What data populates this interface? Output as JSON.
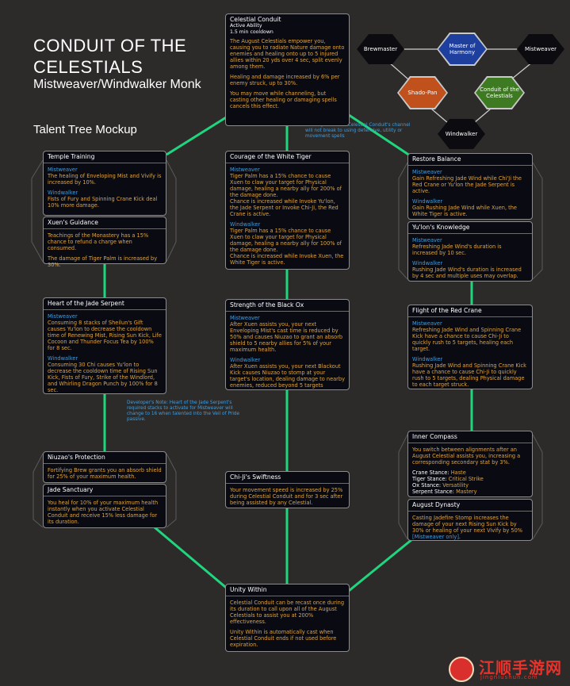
{
  "header": {
    "title": "CONDUIT OF THE CELESTIALS",
    "subtitle": "Mistweaver/Windwalker Monk",
    "mockup": "Talent Tree Mockup"
  },
  "graph": {
    "brewmaster": "Brewmaster",
    "harmony": "Master of Harmony",
    "mistweaver": "Mistweaver",
    "shadopan": "Shado-Pan",
    "conduit": "Conduit of the Celestials",
    "windwalker": "Windwalker"
  },
  "colors": {
    "line": "#1fd67e",
    "harmony": "#1e3f9e",
    "shadopan": "#c0501c",
    "conduit": "#3e7a22",
    "spec": "#3d9de0",
    "text": "#e0a43c"
  },
  "notes": {
    "channel": "Developer's Note: Celestial Conduit's channel will not break to using defensive, utility or movement spells",
    "jade": "Developer's Note: Heart of the Jade Serpent's required stacks to activate for Mistweaver will change to 16 when talented into the Veil of Pride passive."
  },
  "cards": {
    "conduit": {
      "title": "Celestial Conduit",
      "meta1": "Active Ability",
      "meta2": "1.5 min cooldown",
      "p1": "The August Celestials empower you, causing you to radiate Nature damage onto enemies and healing onto up to 5 injured allies within 20 yds over 4 sec, split evenly among them.",
      "p2": "Healing and damage increased by 6% per enemy struck, up to 30%.",
      "p3": "You may move while channeling, but casting other healing or damaging spells cancels this effect."
    },
    "temple": {
      "title": "Temple Training",
      "mw_label": "Mistweaver",
      "mw": "The healing of Enveloping Mist and Vivify is increased by 10%.",
      "ww_label": "Windwalker",
      "ww": "Fists of Fury and Spinning Crane Kick deal 10% more damage."
    },
    "xuen": {
      "title": "Xuen's Guidance",
      "p1": "Teachings of the Monastery has a 15% chance to refund a charge when consumed.",
      "p2": "The damage of Tiger Palm is increased by 30%."
    },
    "courage": {
      "title": "Courage of the White Tiger",
      "mw_label": "Mistweaver",
      "mw": "Tiger Palm has a 15% chance to cause Xuen to claw your target for Physical damage, healing a nearby ally for 200% of the damage done.",
      "mw2": "Chance is increased while Invoke Yu'lon, the Jade Serpent or Invoke Chi-Ji, the Red Crane is active.",
      "ww_label": "Windwalker",
      "ww": "Tiger Palm has a 15% chance to cause Xuen to claw your target for Physical damage, healing a nearby ally for 100% of the damage done.",
      "ww2": "Chance is increased while Invoke Xuen, the White Tiger is active."
    },
    "restore": {
      "title": "Restore Balance",
      "mw_label": "Mistweaver",
      "mw": "Gain Refreshing Jade Wind while Chi'Ji the Red Crane or Yu'lon the Jade Serpent is active.",
      "ww_label": "Windwalker",
      "ww": "Gain Rushing Jade Wind while Xuen, the White Tiger is active."
    },
    "yulon": {
      "title": "Yu'lon's Knowledge",
      "mw_label": "Mistweaver",
      "mw": "Refreshing Jade Wind's duration is increased by 10 sec.",
      "ww_label": "Windwalker",
      "ww": "Rushing Jade Wind's duration is increased by 4 sec and multiple uses may overlap."
    },
    "heart": {
      "title": "Heart of the Jade Serpent",
      "mw_label": "Mistweaver",
      "mw": "Consuming 8 stacks of Sheilun's Gift causes Yu'lon to decrease the cooldown time of Renewing Mist, Rising Sun Kick, Life Cocoon and Thunder Focus Tea by 100% for 8 sec.",
      "ww_label": "Windwalker",
      "ww": "Consuming 30 Chi causes Yu'lon to decrease the cooldown time of Rising Sun Kick, Fists of Fury, Strike of the Windlord, and Whirling Dragon Punch by 100% for 8 sec."
    },
    "strength": {
      "title": "Strength of the Black Ox",
      "mw_label": "Mistweaver",
      "mw": "After Xuen assists you, your next Enveloping Mist's cast time is reduced by 50% and causes Niuzao to grant an absorb shield to 5 nearby allies for 5% of your maximum health.",
      "ww_label": "Windwalker",
      "ww": "After Xuen assists you, your next Blackout Kick causes Niuzao to stomp at your target's location, dealing damage to nearby enemies, reduced beyond 5 targets"
    },
    "flight": {
      "title": "Flight of the Red Crane",
      "mw_label": "Mistweaver",
      "mw": "Refreshing Jade Wind and Spinning Crane Kick have a chance to cause Chi-Ji to quickly rush to 5 targets, healing each target.",
      "ww_label": "Windwalker",
      "ww": "Rushing Jade Wind and Spinning Crane Kick have a chance to cause Chi-Ji to quickly rush to 5 targets, dealing Physical damage to each target struck."
    },
    "niuzao": {
      "title": "Niuzao's Protection",
      "p1": "Fortifying Brew grants you an absorb shield for 25% of your maximum health."
    },
    "sanctuary": {
      "title": "Jade Sanctuary",
      "p1": "You heal for 10% of your maximum health instantly when you activate Celestial Conduit and receive 15% less damage for its duration."
    },
    "chiji": {
      "title": "Chi-Ji's Swiftness",
      "p1": "Your movement speed is increased by 25% during Celestial Conduit and for 3 sec after being assisted by any Celestial."
    },
    "compass": {
      "title": "Inner Compass",
      "p1": "You switch between alignments after an August Celestial assists you, increasing a corresponding secondary stat by 3%.",
      "crane_l": "Crane Stance:",
      "crane_v": "Haste",
      "tiger_l": "Tiger Stance:",
      "tiger_v": "Critical Strike",
      "ox_l": "Ox Stance:",
      "ox_v": "Versatility",
      "serpent_l": "Serpent Stance:",
      "serpent_v": "Mastery"
    },
    "dynasty": {
      "title": "August Dynasty",
      "p1": "Casting Jadefire Stomp increases the damage of your next Rising Sun Kick by 30% or healing of your next Vivify by 50%",
      "p1_link": "[Mistweaver only]",
      "p1_end": "."
    },
    "unity": {
      "title": "Unity Within",
      "p1": "Celestial Conduit can be recast once during its duration to call upon all of the August Celestials to assist you at 200% effectiveness.",
      "p2": "Unity Within is automatically cast when Celestial Conduit ends if not used before expiration."
    }
  },
  "watermark": {
    "text": "江顺手游网",
    "sub": "jingniushun.com"
  }
}
